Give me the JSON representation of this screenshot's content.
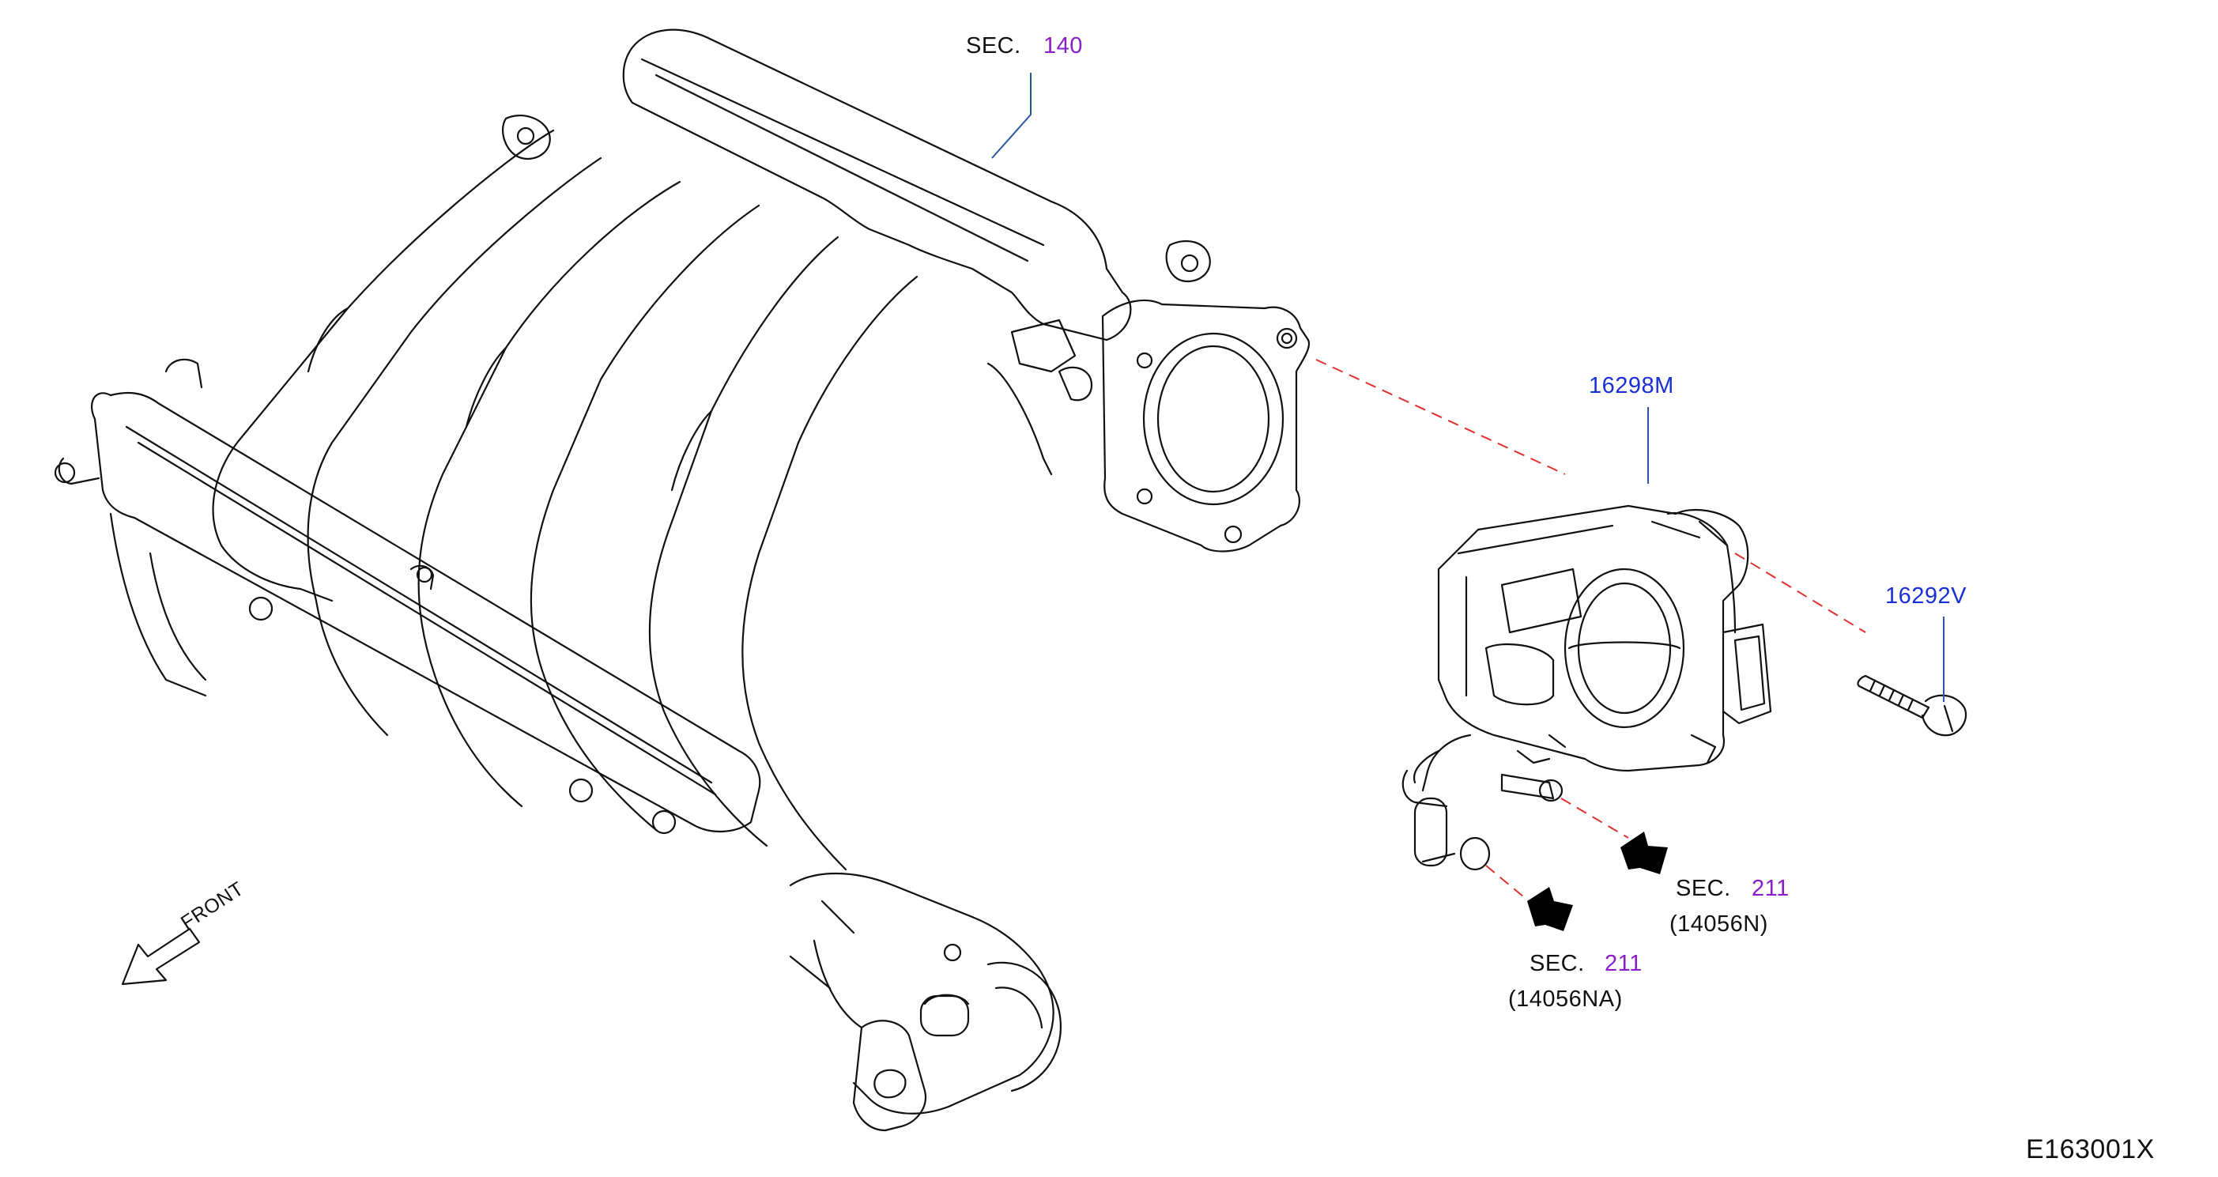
{
  "diagram_code": "E163001X",
  "front_label": "FRONT",
  "sec_140": {
    "prefix": "SEC.",
    "number": "140"
  },
  "sec_211_a": {
    "prefix": "SEC.",
    "number": "211",
    "part": "(14056N)"
  },
  "sec_211_b": {
    "prefix": "SEC.",
    "number": "211",
    "part": "(14056NA)"
  },
  "callouts": {
    "throttle_body": "16298M",
    "bolt": "16292V"
  },
  "colors": {
    "line_art": "#111111",
    "callout_blue": "#1a2fd6",
    "section_purple": "#8a1ec8",
    "leader_line": "#2a55a0",
    "dashed_path": "#e03030",
    "arrow": "#000000"
  }
}
